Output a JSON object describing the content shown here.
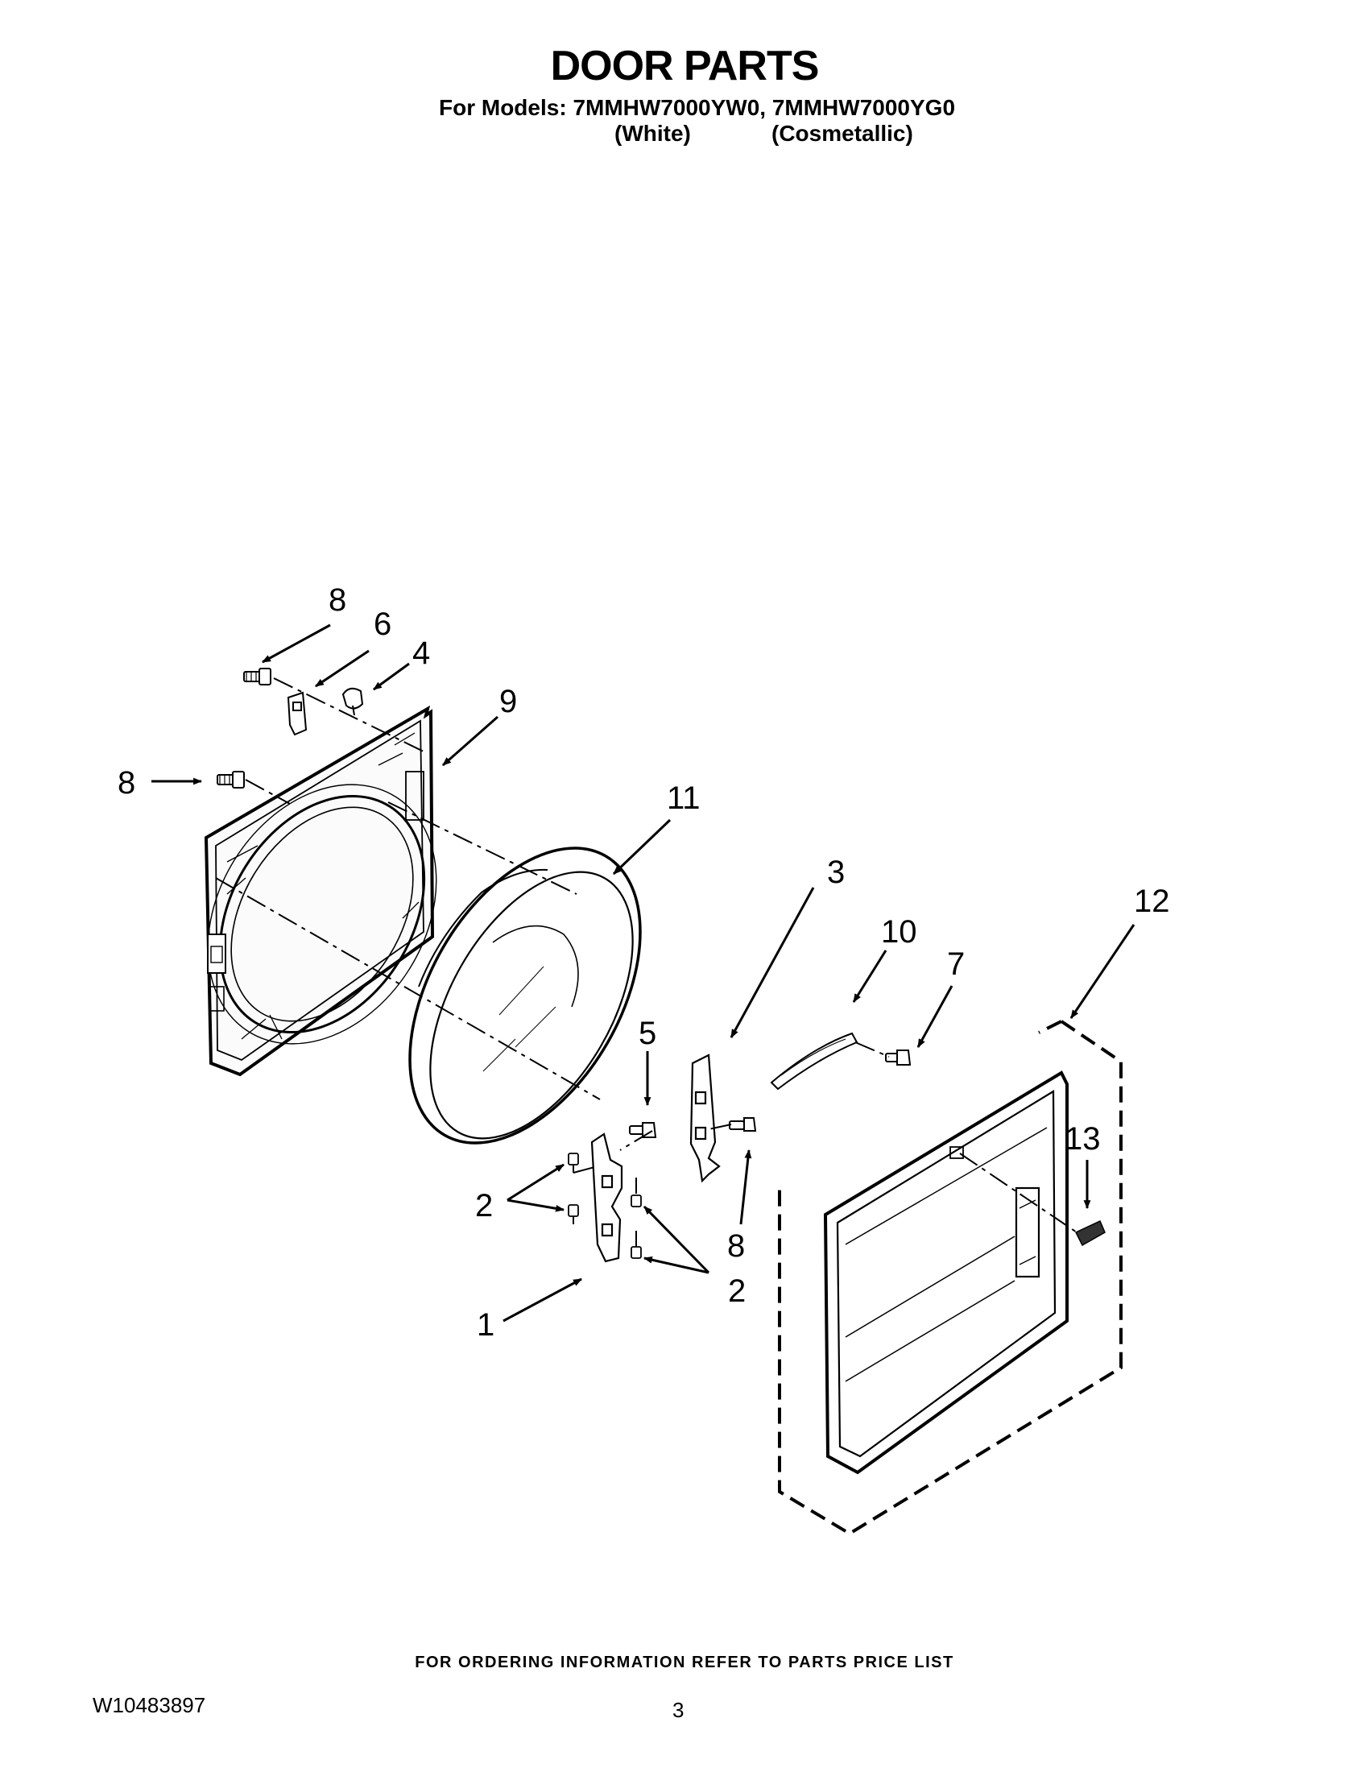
{
  "header": {
    "title": "DOOR PARTS",
    "models_line": "For Models: 7MMHW7000YW0, 7MMHW7000YG0",
    "variant_white": "(White)",
    "variant_cosmetallic": "(Cosmetallic)"
  },
  "callouts": {
    "c1": "1",
    "c2": "2",
    "c3": "3",
    "c4": "4",
    "c5": "5",
    "c6": "6",
    "c7": "7",
    "c8": "8",
    "c9": "9",
    "c10": "10",
    "c11": "11",
    "c12": "12",
    "c13": "13"
  },
  "footer": {
    "ordering_note": "FOR ORDERING INFORMATION REFER TO PARTS PRICE LIST",
    "document_number": "W10483897",
    "page_number": "3"
  }
}
